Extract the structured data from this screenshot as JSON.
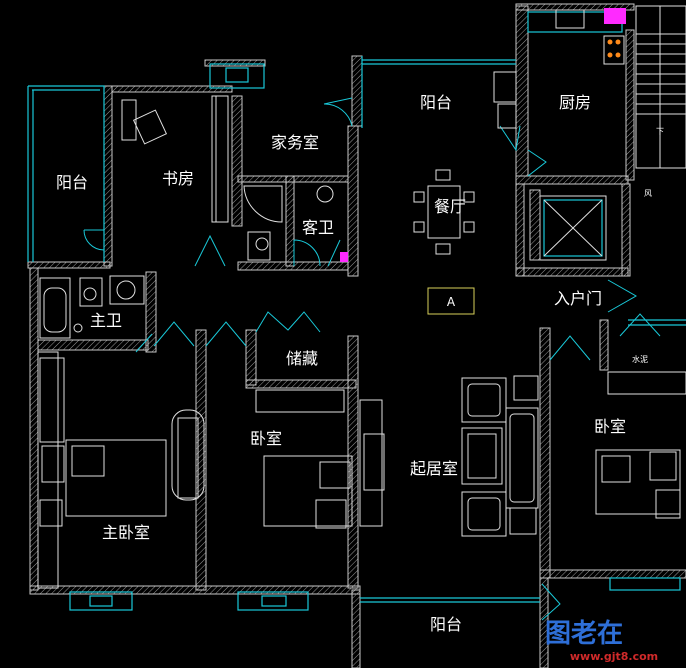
{
  "rooms": {
    "balcony_top": "阳台",
    "kitchen": "厨房",
    "balcony_left": "阳台",
    "study": "书房",
    "utility": "家务室",
    "guest_bath": "客卫",
    "dining": "餐厅",
    "master_bath": "主卫",
    "entrance": "入户门",
    "storage": "储藏",
    "bedroom_mid": "卧室",
    "bedroom_right": "卧室",
    "living": "起居室",
    "master_bedroom": "主卧室",
    "balcony_bottom": "阳台"
  },
  "tags": {
    "unit": "A",
    "stair_down": "下",
    "elevator_tag": "风",
    "bed_mark": "水泥"
  },
  "watermark": {
    "logo": "图老在",
    "url": "www.gjt8.com"
  },
  "colors": {
    "background": "#000000",
    "walls": "#d8d8d8",
    "windows": "#19c8d8",
    "accent_magenta": "#ff2aff",
    "accent_orange": "#ff8a1a"
  }
}
